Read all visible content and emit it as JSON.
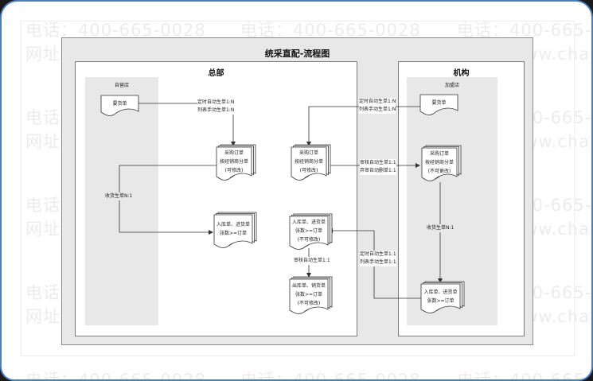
{
  "watermark": {
    "phone": "电话：400-665-0028",
    "website": "网址：www.chanjet.net"
  },
  "diagram": {
    "title": "统采直配-流程图",
    "headquarters": {
      "title": "总部",
      "lane_title": "自营店"
    },
    "organization": {
      "title": "机构",
      "lane_title": "加盟店"
    },
    "nodes": {
      "self_requisition": [
        "要货单"
      ],
      "hq_po_modifiable": [
        "采购订单",
        "按经销商分单",
        "(可修改)"
      ],
      "hq_po_center": [
        "采购订单",
        "按经销商分单",
        "(可修改)"
      ],
      "hq_receipt": [
        "入库单、进货单",
        "张数>=订单"
      ],
      "hq_receipt_center": [
        "入库单、进货单",
        "张数>=订单",
        "(不可修改)"
      ],
      "hq_outbound": [
        "出库单、销货单",
        "张数>=订单",
        "(不可修改)"
      ],
      "franchise_requisition": [
        "要货单"
      ],
      "franchise_po": [
        "采购订单",
        "按经销商分单",
        "(不可更改)"
      ],
      "franchise_receipt": [
        "入库单、进货单",
        "张数>=订单"
      ]
    },
    "edge_labels": {
      "self_to_po": [
        "定时自动生单1:N",
        "列表手动生单1:N"
      ],
      "franchise_to_po": [
        "定时自动生单1:N",
        "列表手动生单1:N"
      ],
      "po_to_franchise": [
        "审核自动生单1:1",
        "弃审自动删单1:1"
      ],
      "self_receive": [
        "收货生单N:1"
      ],
      "franchise_receive": [
        "收货生单N:1"
      ],
      "receipt_to_outbound": [
        "审核自动生单1:1"
      ],
      "franchise_to_receipt": [
        "定时自动生单1:1",
        "列表手动生单1:1"
      ]
    }
  }
}
